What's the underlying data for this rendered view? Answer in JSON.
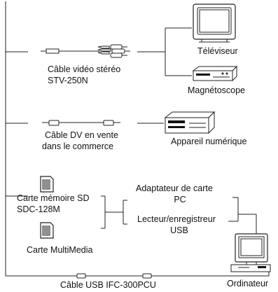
{
  "labels": {
    "tv": "Téléviseur",
    "vcr": "Magnétoscope",
    "av_cable_line1": "Câble vidéo stéréo",
    "av_cable_line2": "STV-250N",
    "dv_cable_line1": "Câble DV en vente",
    "dv_cable_line2": "dans le commerce",
    "camera": "Appareil numérique",
    "sd_card_line1": "Carte mémoire SD",
    "sd_card_line2": "SDC-128M",
    "adapter_line1": "Adaptateur de carte",
    "adapter_line2": "PC",
    "reader_line1": "Lecteur/enregistreur",
    "reader_line2": "USB",
    "mmc": "Carte MultiMedia",
    "usb_cable": "Câble USB IFC-300PCU",
    "computer": "Ordinateur"
  }
}
